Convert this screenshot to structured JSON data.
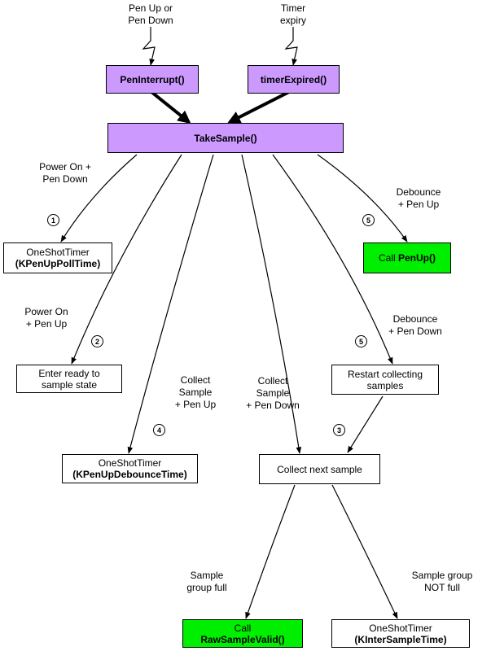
{
  "inputs": {
    "pen_label": [
      "Pen Up or",
      "Pen Down"
    ],
    "timer_label": [
      "Timer",
      "expiry"
    ]
  },
  "functions": {
    "pen_interrupt": "PenInterrupt()",
    "timer_expired": "timerExpired()",
    "take_sample": "TakeSample()"
  },
  "boxes": {
    "oneshot_pollup": {
      "line1": "OneShotTimer",
      "line2": "(KPenUpPollTime)"
    },
    "call_penup": {
      "prefix": "Call ",
      "name": "PenUp()"
    },
    "enter_ready": {
      "line1": "Enter ready to",
      "line2": "sample state"
    },
    "restart_collecting": {
      "line1": "Restart collecting",
      "line2": "samples"
    },
    "oneshot_debounce": {
      "line1": "OneShotTimer",
      "line2": "(KPenUpDebounceTime)"
    },
    "collect_next": {
      "line1": "Collect next sample"
    },
    "call_raw": {
      "line1": "Call",
      "line2": "RawSampleValid()"
    },
    "oneshot_inter": {
      "line1": "OneShotTimer",
      "line2": "(KInterSampleTime)"
    }
  },
  "labels": {
    "power_on_pen_down": [
      "Power On +",
      "Pen Down"
    ],
    "debounce_pen_up": [
      "Debounce",
      "+ Pen Up"
    ],
    "power_on_pen_up": [
      "Power On",
      "+ Pen Up"
    ],
    "debounce_pen_down": [
      "Debounce",
      "+ Pen Down"
    ],
    "collect_sample_pen_up": [
      "Collect",
      "Sample",
      "+ Pen Up"
    ],
    "collect_sample_pen_down": [
      "Collect",
      "Sample",
      "+ Pen Down"
    ],
    "sample_group_full": [
      "Sample",
      "group full"
    ],
    "sample_group_not_full": [
      "Sample group",
      "NOT full"
    ]
  },
  "steps": {
    "s1": "1",
    "s2": "2",
    "s3": "3",
    "s4": "4",
    "s5a": "5",
    "s5b": "5"
  },
  "colors": {
    "function_box": "#cc99ff",
    "call_box": "#00ee00"
  }
}
